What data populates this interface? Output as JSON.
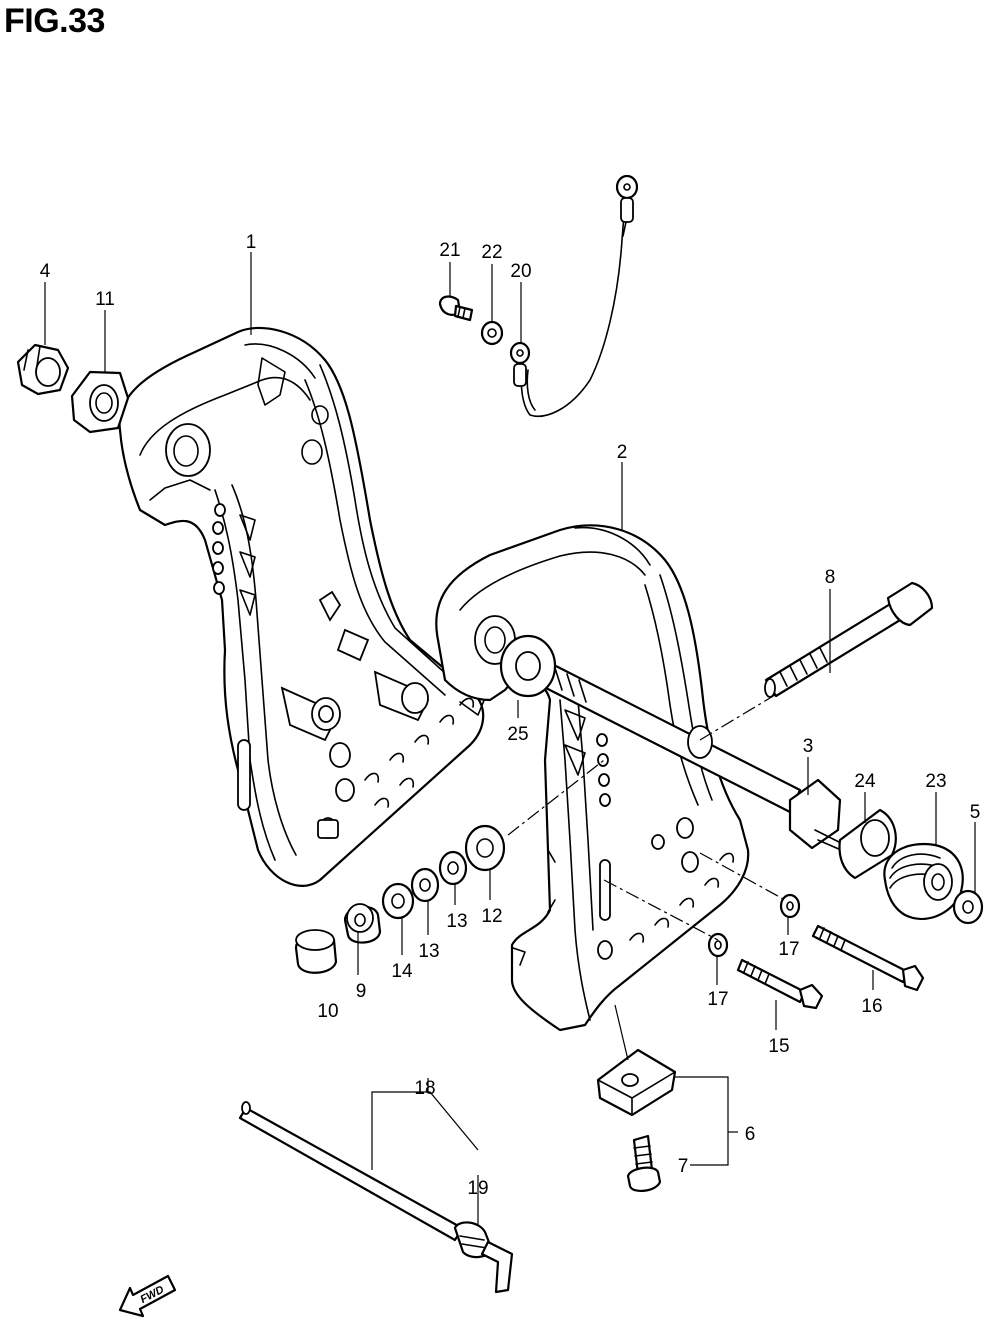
{
  "figure": {
    "title": "FIG.33"
  },
  "fwd_label": "FWD",
  "callouts": [
    {
      "id": "c1",
      "text": "1"
    },
    {
      "id": "c2",
      "text": "2"
    },
    {
      "id": "c3",
      "text": "3"
    },
    {
      "id": "c4",
      "text": "4"
    },
    {
      "id": "c5",
      "text": "5"
    },
    {
      "id": "c6",
      "text": "6"
    },
    {
      "id": "c7",
      "text": "7"
    },
    {
      "id": "c8",
      "text": "8"
    },
    {
      "id": "c9",
      "text": "9"
    },
    {
      "id": "c10",
      "text": "10"
    },
    {
      "id": "c11",
      "text": "11"
    },
    {
      "id": "c12",
      "text": "12"
    },
    {
      "id": "c13a",
      "text": "13"
    },
    {
      "id": "c13b",
      "text": "13"
    },
    {
      "id": "c14",
      "text": "14"
    },
    {
      "id": "c15",
      "text": "15"
    },
    {
      "id": "c16",
      "text": "16"
    },
    {
      "id": "c17a",
      "text": "17"
    },
    {
      "id": "c17b",
      "text": "17"
    },
    {
      "id": "c18",
      "text": "18"
    },
    {
      "id": "c19",
      "text": "19"
    },
    {
      "id": "c20",
      "text": "20"
    },
    {
      "id": "c21",
      "text": "21"
    },
    {
      "id": "c22",
      "text": "22"
    },
    {
      "id": "c23",
      "text": "23"
    },
    {
      "id": "c24",
      "text": "24"
    },
    {
      "id": "c25",
      "text": "25"
    }
  ]
}
